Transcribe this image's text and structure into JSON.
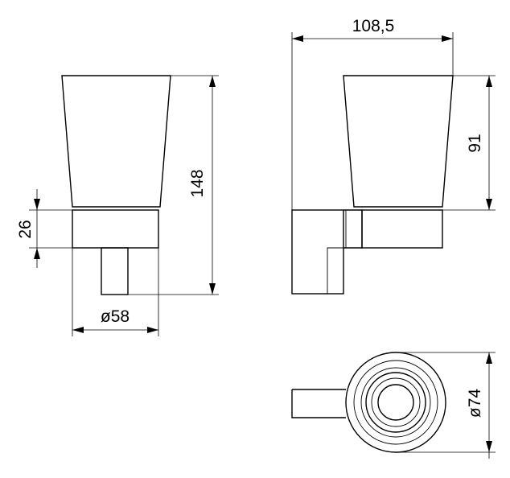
{
  "dimensions": {
    "total_height": "148",
    "holder_height": "26",
    "holder_diameter": "ø58",
    "total_depth": "108,5",
    "cup_height": "91",
    "cup_diameter": "ø74"
  }
}
